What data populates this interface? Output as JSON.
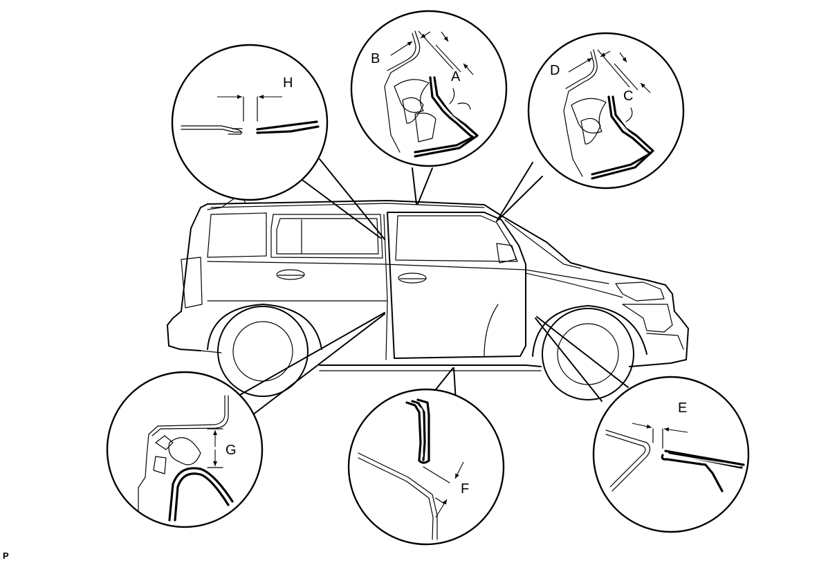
{
  "labels": {
    "a": "A",
    "b": "B",
    "c": "C",
    "d": "D",
    "e": "E",
    "f": "F",
    "g": "G",
    "h": "H"
  },
  "figure_code": "P"
}
